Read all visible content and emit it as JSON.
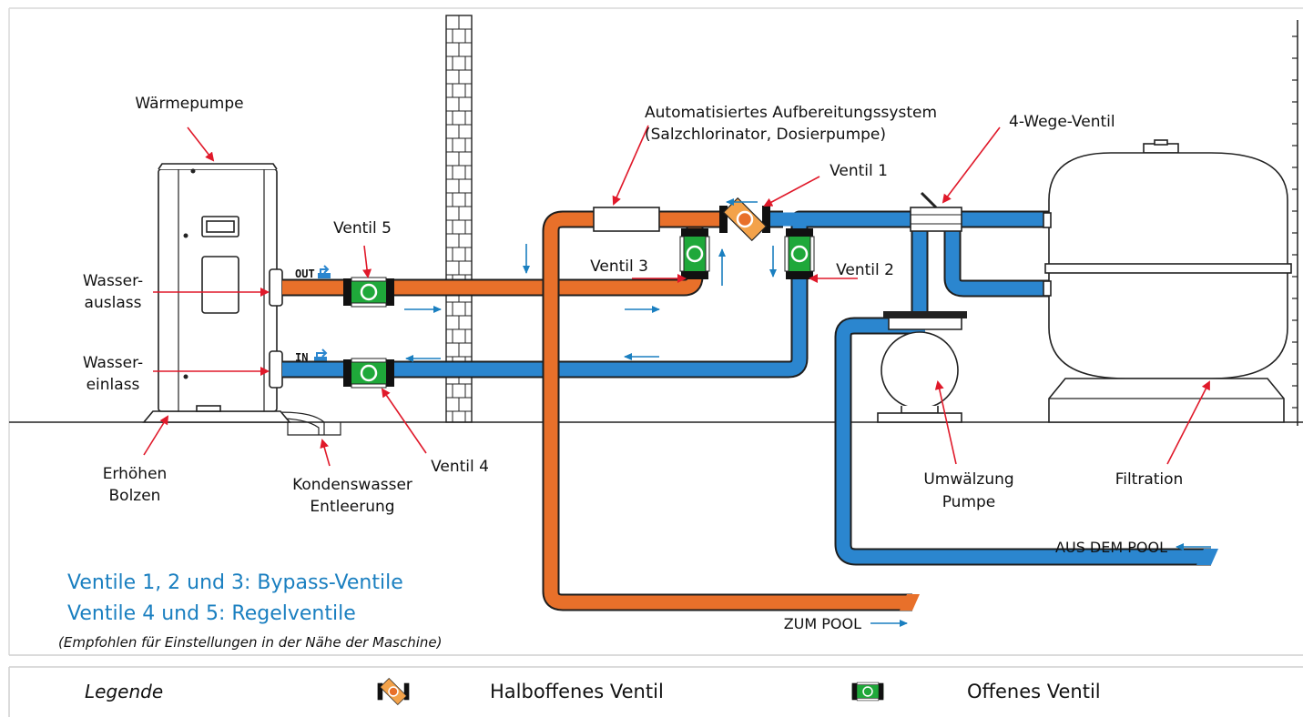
{
  "labels": {
    "heat_pump": "Wärmepumpe",
    "water_outlet_1": "Wasser-",
    "water_outlet_2": "auslass",
    "water_inlet_1": "Wasser-",
    "water_inlet_2": "einlass",
    "raise_bolts_1": "Erhöhen",
    "raise_bolts_2": "Bolzen",
    "condensate_1": "Kondenswasser",
    "condensate_2": "Entleerung",
    "valve_1": "Ventil 1",
    "valve_2": "Ventil 2",
    "valve_3": "Ventil 3",
    "valve_4": "Ventil 4",
    "valve_5": "Ventil 5",
    "treatment_1": "Automatisiertes Aufbereitungssystem",
    "treatment_2": "(Salzchlorinator, Dosierpumpe)",
    "four_way": "4-Wege-Ventil",
    "circ_pump_1": "Umwälzung",
    "circ_pump_2": "Pumpe",
    "filtration": "Filtration",
    "from_pool": "AUS DEM POOL",
    "to_pool": "ZUM POOL",
    "out_tag": "OUT",
    "in_tag": "IN"
  },
  "notes": {
    "line1": "Ventile 1, 2 und 3: Bypass-Ventile",
    "line2": "Ventile 4 und 5: Regelventile",
    "line3": "(Empfohlen für Einstellungen in der Nähe der Maschine)"
  },
  "legend": {
    "title": "Legende",
    "half_open": "Halboffenes Ventil",
    "open": "Offenes Ventil"
  },
  "colors": {
    "hot_pipe": "#e8702a",
    "cold_pipe": "#2b86cf",
    "valve_green": "#1fa83a",
    "pointer": "#e0192a",
    "flow_arrow": "#1a7fc0",
    "note_text": "#1a7fc0"
  }
}
